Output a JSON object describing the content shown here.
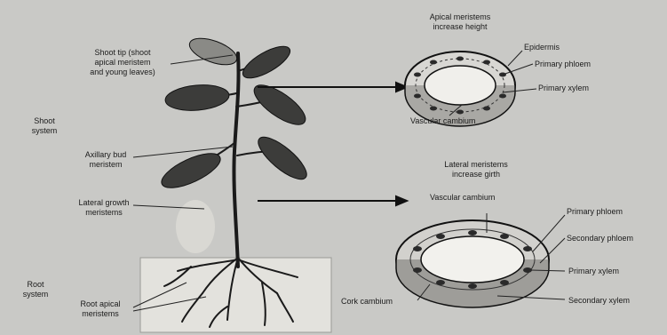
{
  "labels": {
    "shoot_tip": "Shoot tip (shoot\napical meristem\nand young leaves)",
    "shoot_system": "Shoot\nsystem",
    "axillary_bud": "Axillary bud\nmeristem",
    "lateral_growth": "Lateral growth\nmeristems",
    "root_system": "Root\nsystem",
    "root_apical": "Root apical\nmeristems",
    "apical_meristems": "Apical meristems\nincrease height",
    "epidermis": "Epidermis",
    "primary_phloem_top": "Primary phloem",
    "primary_xylem_top": "Primary xylem",
    "vascular_cambium_top": "Vascular cambium",
    "lateral_meristems": "Lateral meristems\nincrease girth",
    "vascular_cambium_bottom": "Vascular cambium",
    "primary_phloem_bottom": "Primary phloem",
    "secondary_phloem": "Secondary phloem",
    "primary_xylem_bottom": "Primary xylem",
    "cork_cambium": "Cork cambium",
    "secondary_xylem": "Secondary xylem"
  },
  "colors": {
    "background": "#c9c9c6",
    "line": "#161616",
    "leaf": "#3a3a38",
    "soil": "#e2e1dc",
    "ring": "#d6d5d1"
  }
}
